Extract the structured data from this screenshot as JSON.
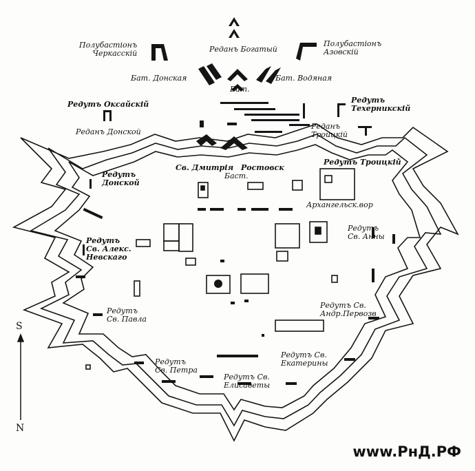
{
  "labels": [
    {
      "key": "poluba_cherkassky",
      "text": "Полубастіонъ\nЧеркасскій"
    },
    {
      "key": "poluba_azovsky",
      "text": "Полубастіонъ\nАзовскій"
    },
    {
      "key": "redan_bogaty",
      "text": "Реданъ Богатый"
    },
    {
      "key": "bat_donskaya",
      "text": "Бат. Донская"
    },
    {
      "key": "bat",
      "text": "Бат."
    },
    {
      "key": "bat_vodyanaya",
      "text": "Бат. Водяная"
    },
    {
      "key": "redut_oksaysky",
      "text": "Редутъ Оксайскій"
    },
    {
      "key": "redut_tekhernik",
      "text": "Редутъ\nТехерникскій"
    },
    {
      "key": "redan_donskoy",
      "text": "Реданъ Донской"
    },
    {
      "key": "redan_troitsky",
      "text": "Реданъ\nТроицкій"
    },
    {
      "key": "sv_dmitriya",
      "text": "Св. Дмитрія"
    },
    {
      "key": "rostovsk",
      "text": "Ростовск"
    },
    {
      "key": "bast",
      "text": "Баст."
    },
    {
      "key": "redut_troitsky",
      "text": "Редутъ Троицкій"
    },
    {
      "key": "redut_donskoy",
      "text": "Редутъ\nДонской"
    },
    {
      "key": "arkhang_vor",
      "text": "Архангельск.вор"
    },
    {
      "key": "redut_sv_anny",
      "text": "Редутъ\nСв. Анны"
    },
    {
      "key": "redut_sv_aleks",
      "text": "Редутъ\nСв. Алекс.\nНевскаго"
    },
    {
      "key": "redut_andr",
      "text": "Редутъ Св.\nАндр.Первозв"
    },
    {
      "key": "redut_pavla",
      "text": "Редутъ\nСв. Павла"
    },
    {
      "key": "redut_petra",
      "text": "Редутъ\nСв. Петра"
    },
    {
      "key": "redut_ekateriny",
      "text": "Редутъ Св.\nЕкатерины"
    },
    {
      "key": "redut_elisavety",
      "text": "Редутъ Св.\nЕлисаветы"
    }
  ],
  "compass": {
    "south": "S",
    "north": "N"
  },
  "watermark": "www.РнД.РФ",
  "colors": {
    "ink": "#151515",
    "paper": "#fdfdfb"
  }
}
